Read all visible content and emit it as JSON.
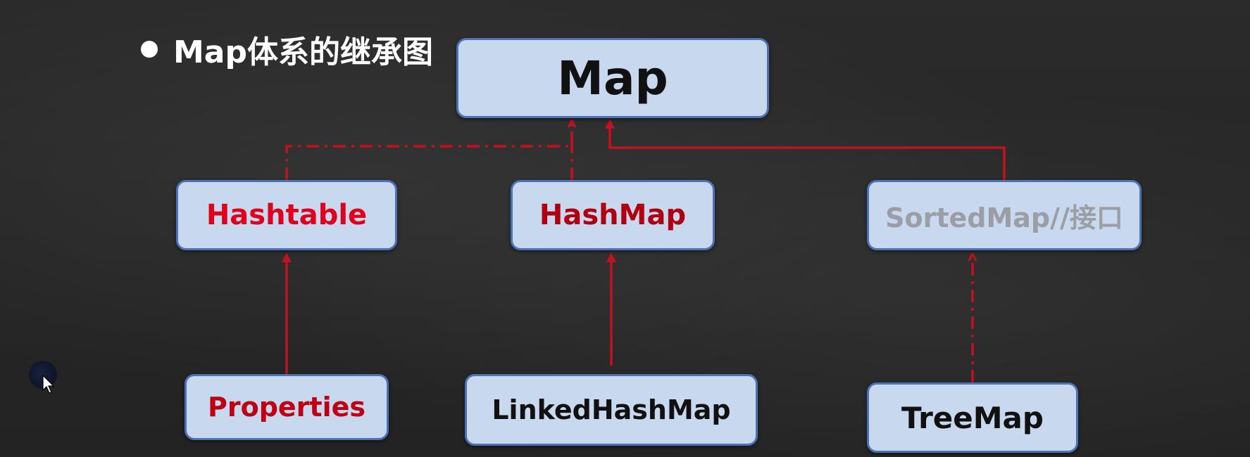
{
  "heading": {
    "text": "Map体系的继承图"
  },
  "nodes": {
    "map": "Map",
    "hashtable": "Hashtable",
    "hashmap": "HashMap",
    "sortedmap": "SortedMap//接口",
    "properties": "Properties",
    "linkedhashmap": "LinkedHashMap",
    "treemap": "TreeMap"
  },
  "edges": [
    {
      "from": "hashtable",
      "to": "map",
      "style": "dashed"
    },
    {
      "from": "hashmap",
      "to": "map",
      "style": "dashed"
    },
    {
      "from": "sortedmap",
      "to": "map",
      "style": "solid"
    },
    {
      "from": "properties",
      "to": "hashtable",
      "style": "solid"
    },
    {
      "from": "linkedhashmap",
      "to": "hashmap",
      "style": "solid"
    },
    {
      "from": "treemap",
      "to": "sortedmap",
      "style": "dashed"
    }
  ],
  "colors": {
    "box_fill": "#c8d8ef",
    "box_border": "#4c72b5",
    "connector": "#c1121f",
    "background": "#262626"
  }
}
